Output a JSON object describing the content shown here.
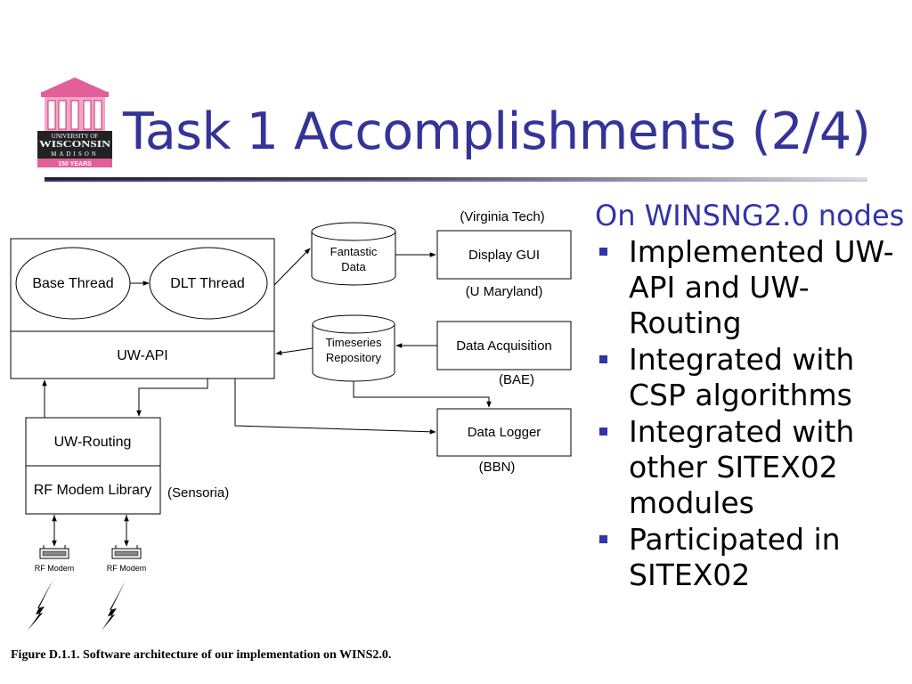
{
  "slide": {
    "title": "Task 1 Accomplishments (2/4)",
    "logo": {
      "line1": "UNIVERSITY OF",
      "line2": "WISCONSIN",
      "line3": "MADISON",
      "line4": "150 YEARS"
    }
  },
  "diagram": {
    "base_thread": "Base Thread",
    "dlt_thread": "DLT Thread",
    "uw_api": "UW-API",
    "uw_routing": "UW-Routing",
    "rf_modem_library": "RF Modem Library",
    "sensoria": "(Sensoria)",
    "rf_modem_1": "RF Modem",
    "rf_modem_2": "RF Modem",
    "fantastic_data_l1": "Fantastic",
    "fantastic_data_l2": "Data",
    "timeseries_l1": "Timeseries",
    "timeseries_l2": "Repository",
    "virginia_tech": "(Virginia Tech)",
    "display_gui": "Display GUI",
    "u_maryland": "(U Maryland)",
    "data_acquisition": "Data Acquisition",
    "bae": "(BAE)",
    "data_logger": "Data Logger",
    "bbn": "(BBN)",
    "caption": "Figure D.1.1. Software architecture of our implementation on WINS2.0."
  },
  "bullets": {
    "lead": "On WINSNG2.0 nodes",
    "items": [
      "Implemented UW-API and UW-Routing",
      "Integrated with CSP algorithms",
      "Integrated with other SITEX02 modules",
      "Participated in SITEX02"
    ]
  },
  "colors": {
    "title": "#333399",
    "bullet_marker": "#3333aa",
    "logo_pink": "#e25f9a"
  }
}
